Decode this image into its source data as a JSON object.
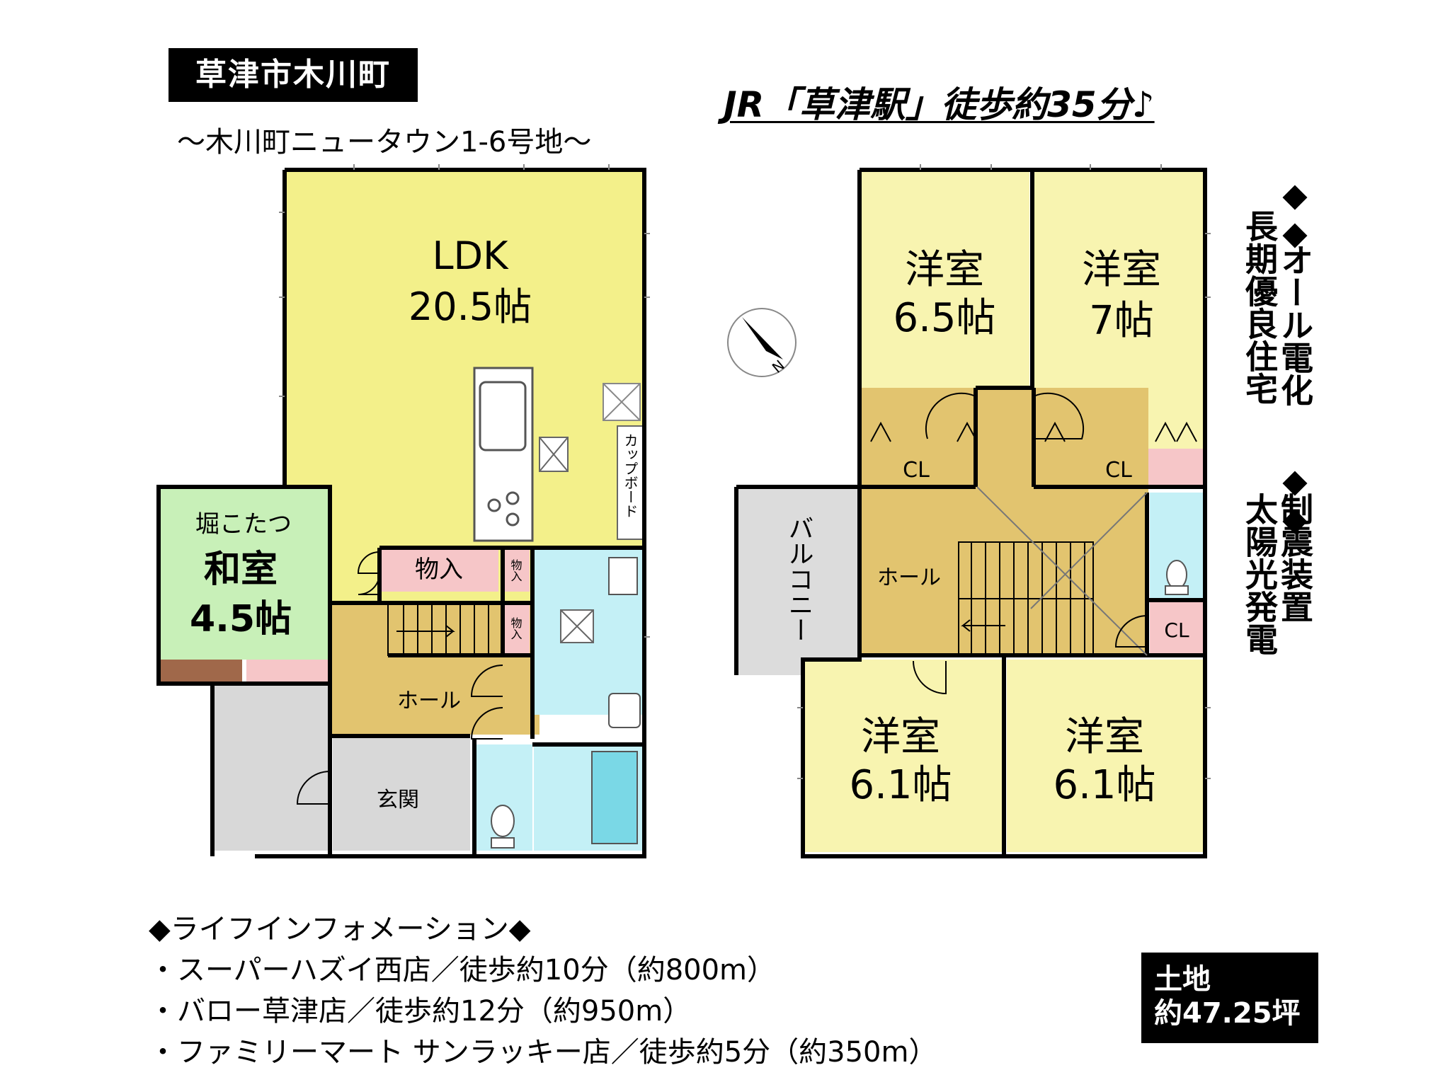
{
  "header": {
    "area_name": "草津市木川町",
    "subtitle": "～木川町ニュータウン1-6号地～",
    "station_access": "JR「草津駅」徒歩約35分♪"
  },
  "features": {
    "group1_bullet": "◆◆",
    "group1_line1": "オール電化",
    "group1_line2": "長期優良住宅",
    "group2_bullet": "◆◆",
    "group2_line1": "制震装置",
    "group2_line2": "太陽光発電"
  },
  "floor1": {
    "ldk_name": "LDK",
    "ldk_size": "20.5帖",
    "cupboard": "カップボード",
    "washitsu_note": "堀こたつ",
    "washitsu_name": "和室",
    "washitsu_size": "4.5帖",
    "storage_main": "物入",
    "storage_small_1": "物入",
    "storage_small_2": "物入",
    "hall": "ホール",
    "entrance": "玄関"
  },
  "floor2": {
    "room1_name": "洋室",
    "room1_size": "6.5帖",
    "room2_name": "洋室",
    "room2_size": "7帖",
    "room3_name": "洋室",
    "room3_size": "6.1帖",
    "room4_name": "洋室",
    "room4_size": "6.1帖",
    "closet_left": "CL",
    "closet_right": "CL",
    "closet_small": "CL",
    "hall": "ホール",
    "balcony": "バルコニー"
  },
  "compass": {
    "label": "N"
  },
  "life_info": {
    "heading": "◆ライフインフォメーション◆",
    "items": [
      "・スーパーハズイ西店／徒歩約10分（約800m）",
      "・バロー草津店／徒歩約12分（約950m）",
      "・ファミリーマート サンラッキー店／徒歩約5分（約350m）"
    ]
  },
  "land": {
    "label": "土地",
    "value": "約47.25坪"
  },
  "colors": {
    "ldk": "#f3f08a",
    "washitsu": "#c8f0b8",
    "hall": "#e2c46f",
    "storage": "#f6c6c8",
    "water": "#c4f0f6",
    "entrance": "#d8d8d8",
    "balcony": "#dcdcdc",
    "western": "#f8f4b0"
  }
}
